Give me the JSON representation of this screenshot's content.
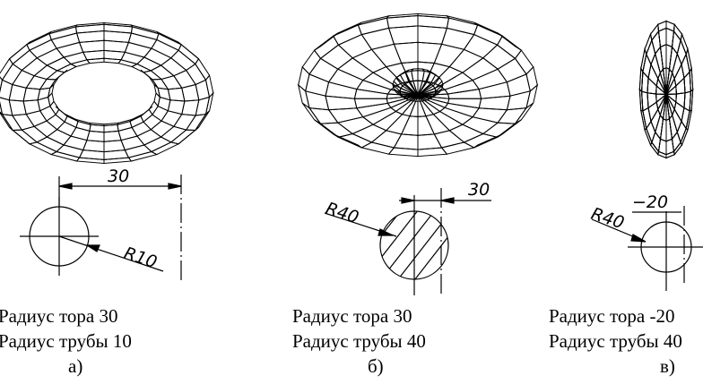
{
  "panels": [
    {
      "line1": "Радиус тора   30",
      "line2": "Радиус трубы 10",
      "label": "а)",
      "dim_top": "30",
      "dim_radius": "R10"
    },
    {
      "line1": "Радиус тора   30",
      "line2": "Радиус трубы 40",
      "label": "б)",
      "dim_top": "30",
      "dim_radius": "R40"
    },
    {
      "line1": "Радиус тора   -20",
      "line2": "Радиус трубы 40",
      "label": "в)",
      "dim_top": "−20",
      "dim_radius": "R40"
    }
  ]
}
